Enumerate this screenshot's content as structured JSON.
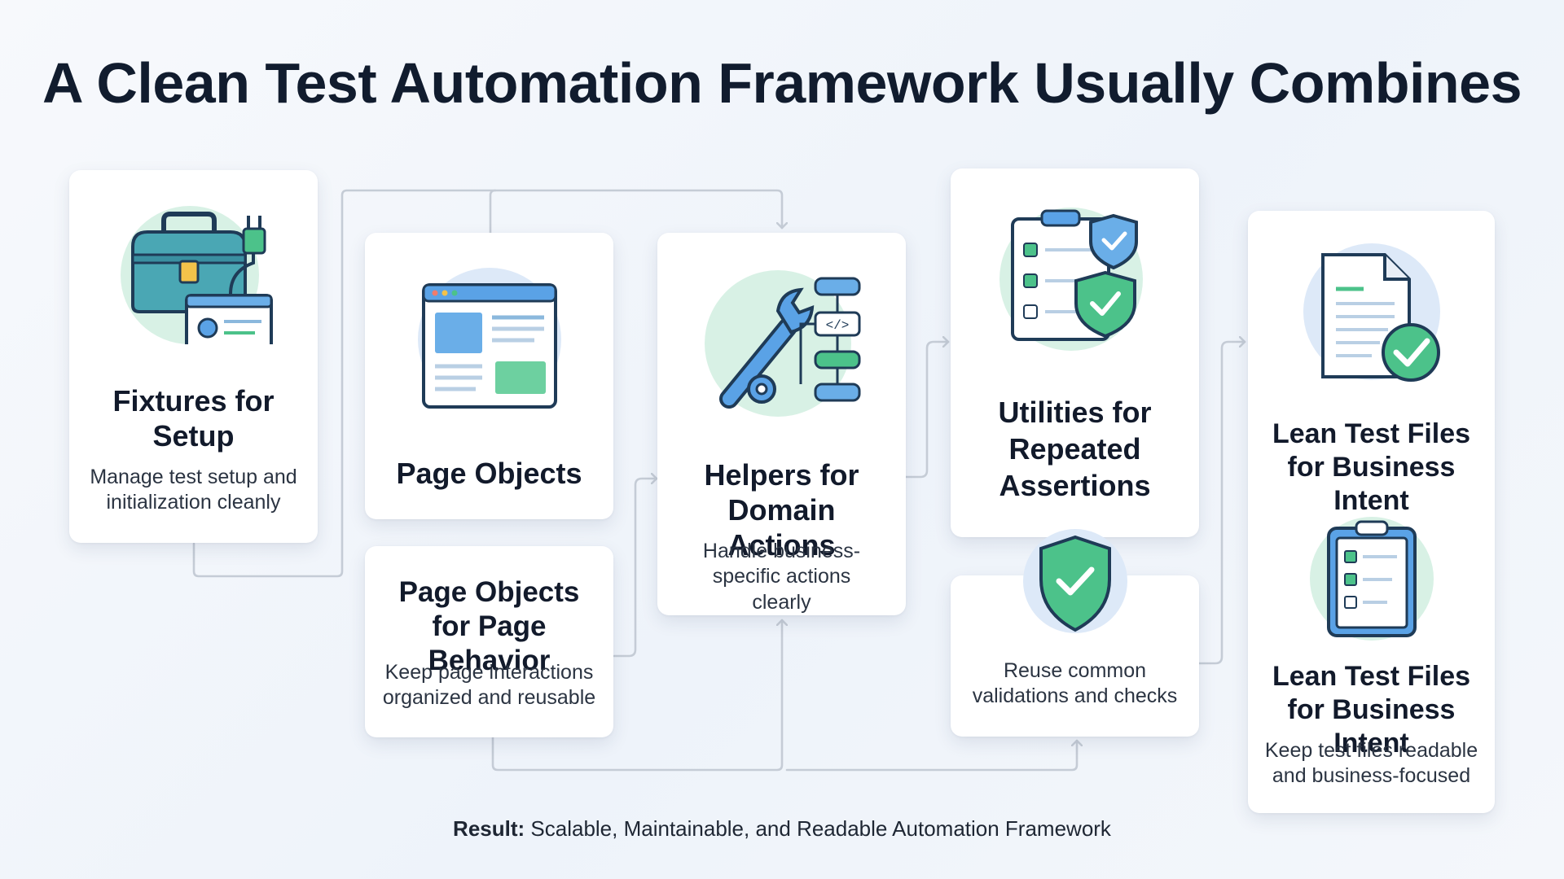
{
  "title": "A Clean Test Automation Framework Usually Combines",
  "cards": {
    "fixtures": {
      "title": "Fixtures for Setup",
      "desc": "Manage test setup and initialization cleanly",
      "icon": "toolbox-icon"
    },
    "page_objects": {
      "title": "Page Objects",
      "icon": "browser-window-icon"
    },
    "page_behavior": {
      "title": "Page Objects for Page Behavior",
      "desc": "Keep page interactions organized and reusable"
    },
    "helpers": {
      "title": "Helpers for Domain Actions",
      "desc": "Handle business-specific actions clearly",
      "icon": "wrench-flow-icon"
    },
    "utilities": {
      "title": "Utilities for Repeated Assertions",
      "icon": "clipboard-shield-icon"
    },
    "reuse": {
      "desc": "Reuse common validations and checks",
      "icon": "shield-check-icon"
    },
    "lean": {
      "title_top": "Lean Test Files for Business Intent",
      "title_bottom": "Lean Test Files for Business Intent",
      "desc": "Keep test files readable and business-focused",
      "icon_top": "document-check-icon",
      "icon_bottom": "checklist-clipboard-icon"
    }
  },
  "result": {
    "label": "Result:",
    "text": "Scalable, Maintainable, and Readable Automation Framework"
  },
  "colors": {
    "accent_green": "#4cc28a",
    "accent_blue": "#5aa2e6",
    "teal": "#3f96a8",
    "outline": "#1f3b57",
    "connector": "#c5ccd6"
  }
}
